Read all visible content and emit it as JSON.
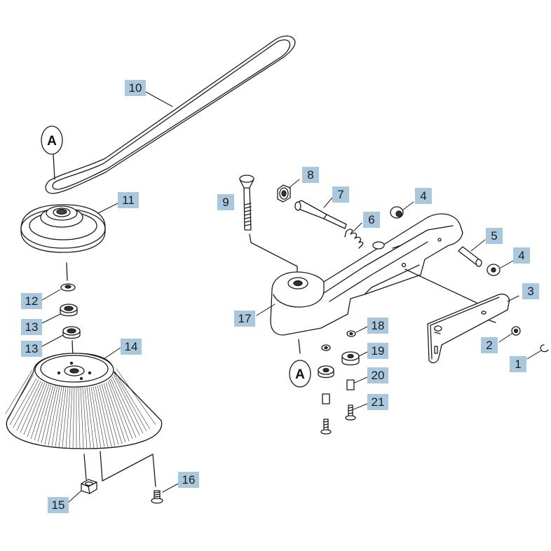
{
  "callouts": {
    "c1": "1",
    "c2": "2",
    "c3": "3",
    "c4a": "4",
    "c4b": "4",
    "c5": "5",
    "c6": "6",
    "c7": "7",
    "c8": "8",
    "c9": "9",
    "c10": "10",
    "c11": "11",
    "c12": "12",
    "c13a": "13",
    "c13b": "13",
    "c14": "14",
    "c15": "15",
    "c16": "16",
    "c17": "17",
    "c18": "18",
    "c19": "19",
    "c20": "20",
    "c21": "21"
  },
  "markers": {
    "a_top": "A",
    "a_bottom": "A"
  },
  "colors": {
    "callout_bg": "#a9c7dd",
    "line": "#1a1a1a",
    "text": "#1c1c1c"
  }
}
